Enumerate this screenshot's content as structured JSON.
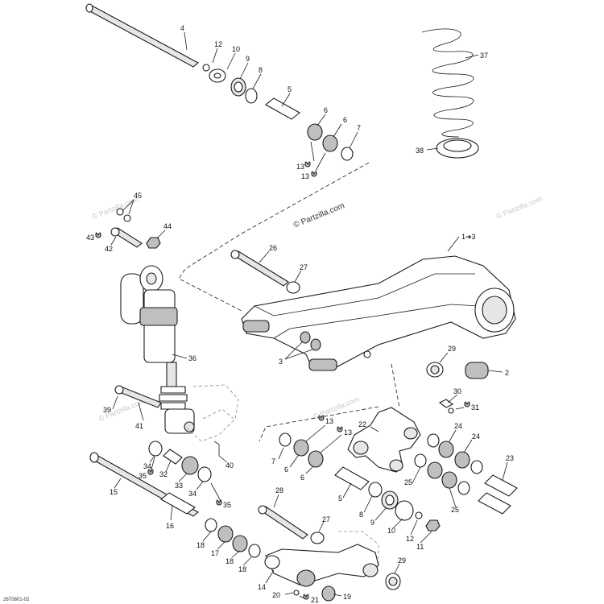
{
  "watermark": {
    "main": "© Partzilla.com",
    "faint": [
      "© Partzilla.com",
      "© Partzilla.com",
      "© Partzilla.com",
      "© Partzilla.com"
    ]
  },
  "reference_code": "26T0801-02",
  "callouts": {
    "c4": "4",
    "c12a": "12",
    "c10a": "10",
    "c9a": "9",
    "c8a": "8",
    "c5a": "5",
    "c6a": "6",
    "c6b": "6",
    "c7a": "7",
    "c13a": "13",
    "c13b": "13",
    "c37": "37",
    "c38": "38",
    "c45": "45",
    "c43": "43",
    "c42": "42",
    "c44": "44",
    "c26": "26",
    "c27a": "27",
    "c1to3": "1➔3",
    "c3": "3",
    "c36": "36",
    "c29a": "29",
    "c2": "2",
    "c30": "30",
    "c31": "31",
    "c39": "39",
    "c41": "41",
    "c13c": "13",
    "c13d": "13",
    "c22": "22",
    "c24a": "24",
    "c24b": "24",
    "c7b": "7",
    "c6c": "6",
    "c6d": "6",
    "c34a": "34",
    "c35a": "35",
    "c32": "32",
    "c33": "33",
    "c34b": "34",
    "c35b": "35",
    "c40": "40",
    "c25a": "25",
    "c25b": "25",
    "c23": "23",
    "c15": "15",
    "c28": "28",
    "c5b": "5",
    "c16": "16",
    "c8b": "8",
    "c9b": "9",
    "c10b": "10",
    "c12b": "12",
    "c11": "11",
    "c27b": "27",
    "c18a": "18",
    "c17": "17",
    "c18b": "18",
    "c29b": "29",
    "c14": "14",
    "c20": "20",
    "c21": "21",
    "c19": "19"
  }
}
